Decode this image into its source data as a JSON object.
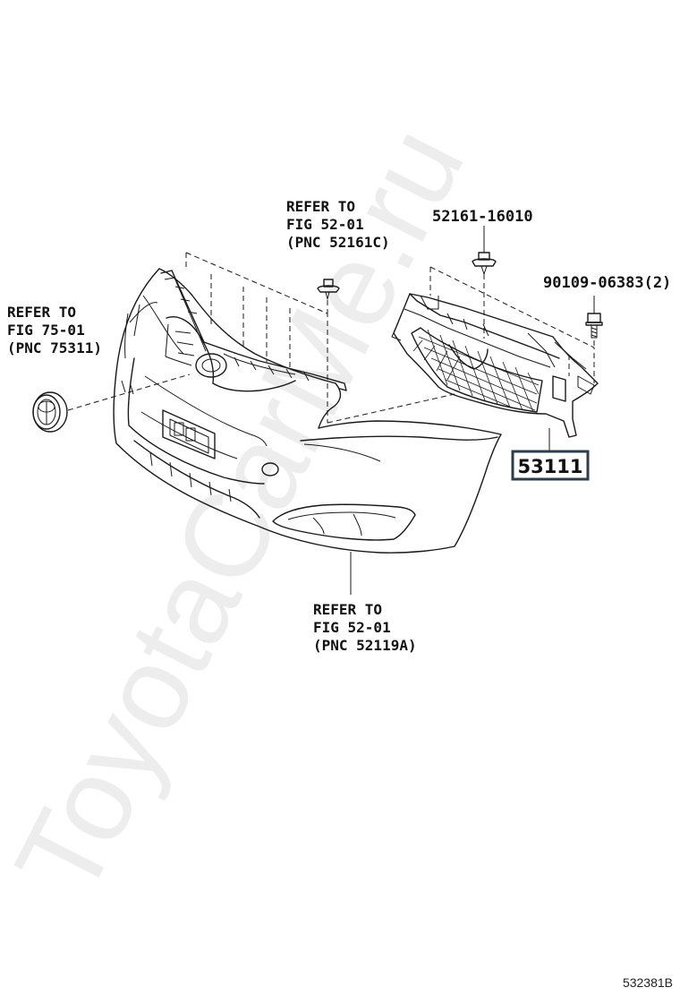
{
  "watermark": "ToyotaCarMe.ru",
  "callouts": {
    "emblem_ref": [
      "REFER TO",
      "FIG 75-01",
      "(PNC 75311)"
    ],
    "clip_ref": [
      "REFER TO",
      "FIG 52-01",
      "(PNC 52161C)"
    ],
    "bumper_ref": [
      "REFER TO",
      "FIG 52-01",
      "(PNC 52119A)"
    ]
  },
  "part_numbers": {
    "clip": "52161-16010",
    "bolt": "90109-06383(2)",
    "grille": "53111"
  },
  "diagram_code": "532381B",
  "colors": {
    "line": "#1a1a1a",
    "box_border": "#2d3e4a",
    "background": "#ffffff"
  }
}
